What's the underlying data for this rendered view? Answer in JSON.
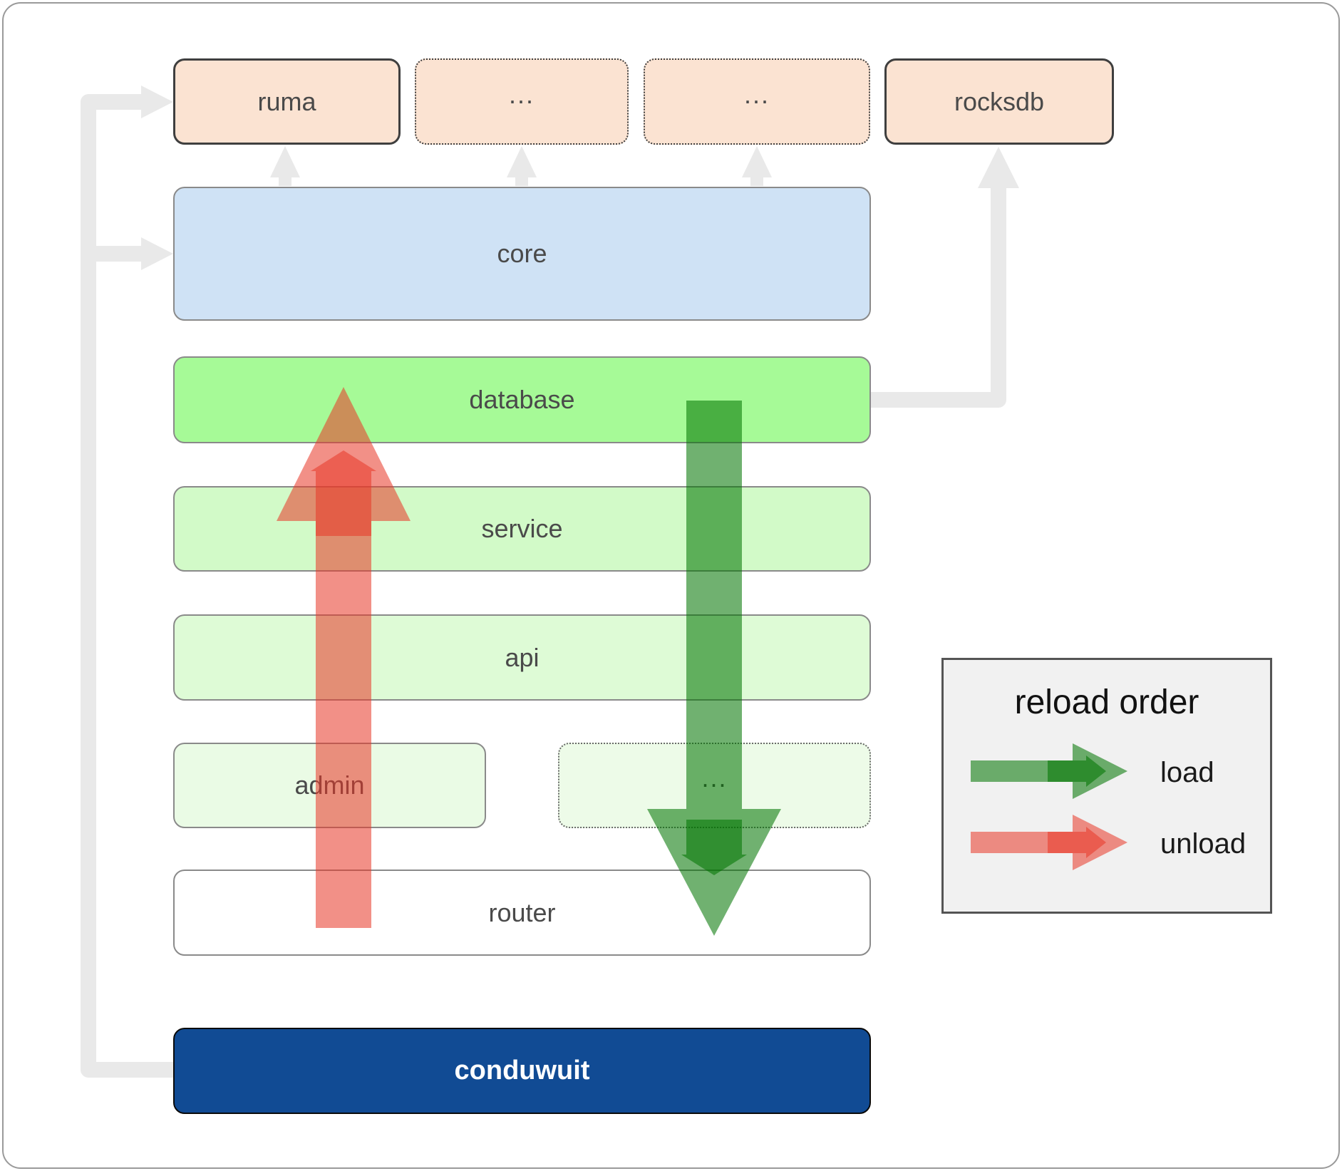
{
  "boxes": {
    "ruma": {
      "label": "ruma"
    },
    "dep2": {
      "label": "..."
    },
    "dep3": {
      "label": "..."
    },
    "rocksdb": {
      "label": "rocksdb"
    },
    "core": {
      "label": "core"
    },
    "database": {
      "label": "database"
    },
    "service": {
      "label": "service"
    },
    "api": {
      "label": "api"
    },
    "admin": {
      "label": "admin"
    },
    "services_more": {
      "label": "..."
    },
    "router": {
      "label": "router"
    },
    "conduwuit": {
      "label": "conduwuit"
    }
  },
  "legend": {
    "title": "reload order",
    "items": [
      {
        "name": "load",
        "label": "load",
        "color": "#007400"
      },
      {
        "name": "unload",
        "label": "unload",
        "color": "#e83929"
      }
    ]
  },
  "colors": {
    "load_arrow": "#007400",
    "unload_arrow": "#e83929",
    "connector_gray": "#e9e9e9",
    "dependency_fill": "#fbe3d2",
    "core_fill": "#cfe2f5",
    "database_fill": "#a6fa97",
    "conduwuit_fill": "#114b94",
    "legend_fill": "#f1f1f1"
  }
}
